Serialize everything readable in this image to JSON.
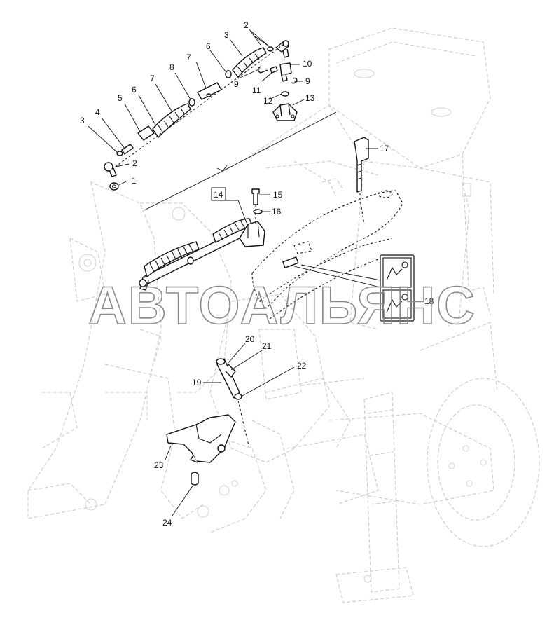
{
  "watermark": "АВТОАЛЬЯНС",
  "boxed_callout": "14",
  "callouts": {
    "c1": "1",
    "c2a": "2",
    "c2b": "2",
    "c3a": "3",
    "c3b": "3",
    "c4": "4",
    "c5": "5",
    "c6a": "6",
    "c6b": "6",
    "c7a": "7",
    "c7b": "7",
    "c8": "8",
    "c9a": "9",
    "c9b": "9",
    "c10": "10",
    "c11": "11",
    "c12": "12",
    "c13": "13",
    "c15": "15",
    "c16": "16",
    "c17": "17",
    "c18": "18",
    "c19": "19",
    "c20": "20",
    "c21": "21",
    "c22": "22",
    "c23": "23",
    "c24": "24"
  }
}
